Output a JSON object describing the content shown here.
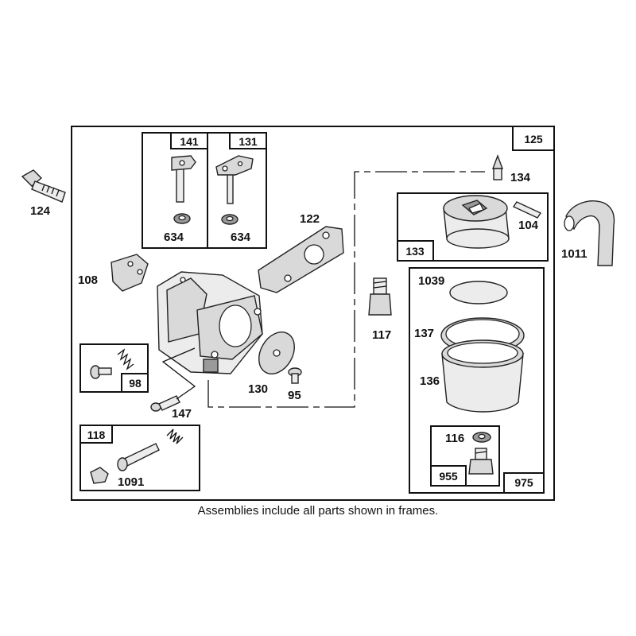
{
  "caption": "Assemblies include all parts shown in frames.",
  "frames": {
    "f141": "141",
    "f131": "131",
    "f125": "125",
    "f133": "133",
    "f98": "98",
    "f118": "118",
    "f975": "975",
    "f955": "955"
  },
  "parts": {
    "p124": "124",
    "p634a": "634",
    "p634b": "634",
    "p122": "122",
    "p134": "134",
    "p104": "104",
    "p1011": "1011",
    "p108": "108",
    "p117": "117",
    "p1039": "1039",
    "p137": "137",
    "p136": "136",
    "p130": "130",
    "p95": "95",
    "p147": "147",
    "p116": "116",
    "p1091": "1091"
  }
}
